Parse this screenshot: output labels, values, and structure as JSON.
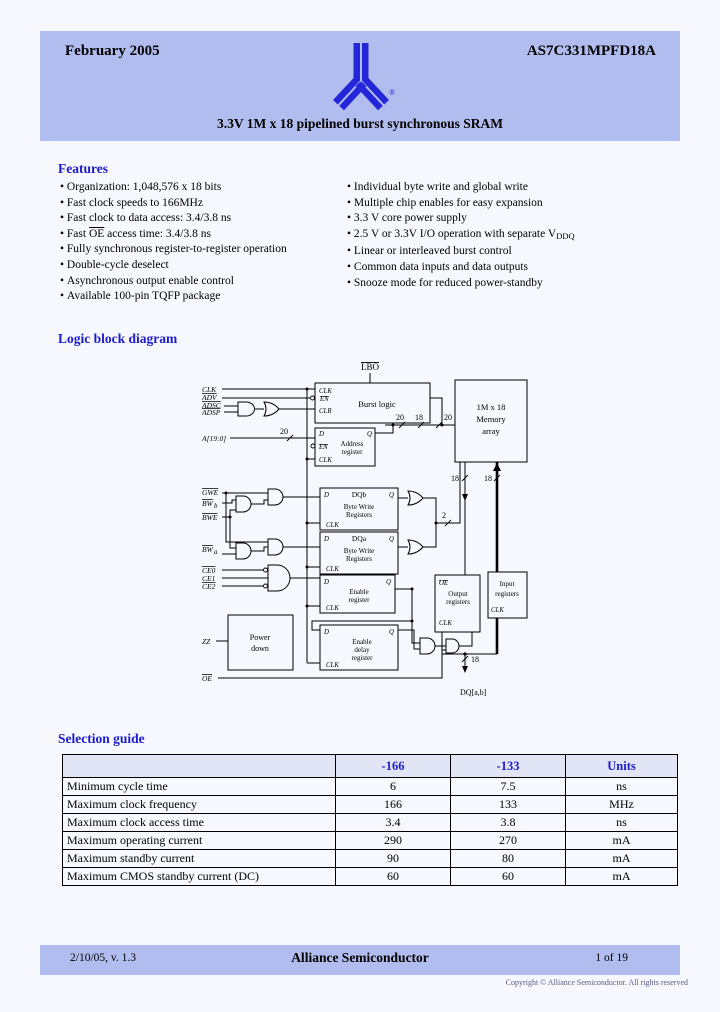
{
  "header": {
    "date": "February 2005",
    "part_number": "AS7C331MPFD18A",
    "subtitle": "3.3V 1M x 18 pipelined burst synchronous SRAM",
    "registered_mark": "®"
  },
  "features": {
    "heading": "Features",
    "left": [
      "Organization: 1,048,576 x 18 bits",
      "Fast clock speeds to 166MHz",
      "Fast clock to data access: 3.4/3.8 ns",
      {
        "pre": "Fast ",
        "ov": "OE",
        "post": " access time: 3.4/3.8 ns"
      },
      "Fully synchronous register-to-register operation",
      "Double-cycle deselect",
      "Asynchronous output enable control",
      "Available 100-pin TQFP package"
    ],
    "right": [
      "Individual byte write and global write",
      "Multiple chip enables for easy expansion",
      "3.3 V core power supply",
      {
        "pre": "2.5 V or 3.3V I/O operation with separate V",
        "sub": "DDQ"
      },
      "Linear or interleaved burst control",
      "Common data inputs and data outputs",
      "Snooze mode for reduced power-standby"
    ]
  },
  "diagram": {
    "heading": "Logic block diagram",
    "signals": {
      "lbo": "LBO",
      "clk": "CLK",
      "adv": "ADV",
      "adsc": "ADSC",
      "adsp": "ADSP",
      "addr_bus": "A[19:0]",
      "gwe": "GWE",
      "bw": "BW",
      "sub_b": "b",
      "bwe": "BWE",
      "sub_a": "a",
      "ce0": "CE0",
      "ce1": "CE1",
      "ce2": "CE2",
      "zz": "ZZ",
      "oe": "OE",
      "dq": "DQ[a,b]"
    },
    "pins": {
      "d": "D",
      "q": "Q",
      "en": "EN",
      "clk": "CLK",
      "clr": "CLR"
    },
    "blocks": {
      "burst_logic": "Burst logic",
      "address_reg_1": "Address",
      "address_reg_2": "register",
      "memory_1": "1M x 18",
      "memory_2": "Memory",
      "memory_3": "array",
      "dqb": "DQb",
      "dqa": "DQa",
      "byte_write_1": "Byte Write",
      "byte_write_2": "Registers",
      "enable_reg_1": "Enable",
      "enable_reg_2": "register",
      "enable_delay_1": "Enable",
      "enable_delay_2": "delay",
      "enable_delay_3": "register",
      "power_down_1": "Power",
      "power_down_2": "down",
      "output_reg_oe": "OE",
      "output_reg_1": "Output",
      "output_reg_2": "registers",
      "input_reg_1": "Input",
      "input_reg_2": "registers"
    },
    "bus": {
      "w20": "20",
      "w18": "18",
      "w2": "2"
    }
  },
  "selection_guide": {
    "heading": "Selection guide",
    "columns": [
      "",
      "-166",
      "-133",
      "Units"
    ],
    "rows": [
      [
        "Minimum cycle time",
        "6",
        "7.5",
        "ns"
      ],
      [
        "Maximum clock frequency",
        "166",
        "133",
        "MHz"
      ],
      [
        "Maximum clock access time",
        "3.4",
        "3.8",
        "ns"
      ],
      [
        "Maximum operating current",
        "290",
        "270",
        "mA"
      ],
      [
        "Maximum standby current",
        "90",
        "80",
        "mA"
      ],
      [
        "Maximum CMOS standby current (DC)",
        "60",
        "60",
        "mA"
      ]
    ]
  },
  "footer": {
    "revision": "2/10/05, v. 1.3",
    "company": "Alliance Semiconductor",
    "page": "1 of 19",
    "copyright": "Copyright © Alliance Semiconductor. All rights reserved"
  },
  "colors": {
    "band": "#b1bdee",
    "heading_blue": "#1b1bcb",
    "logo_blue": "#2526d8",
    "table_header_bg": "#e2e5f6",
    "page_bg": "#f7f8fd"
  }
}
